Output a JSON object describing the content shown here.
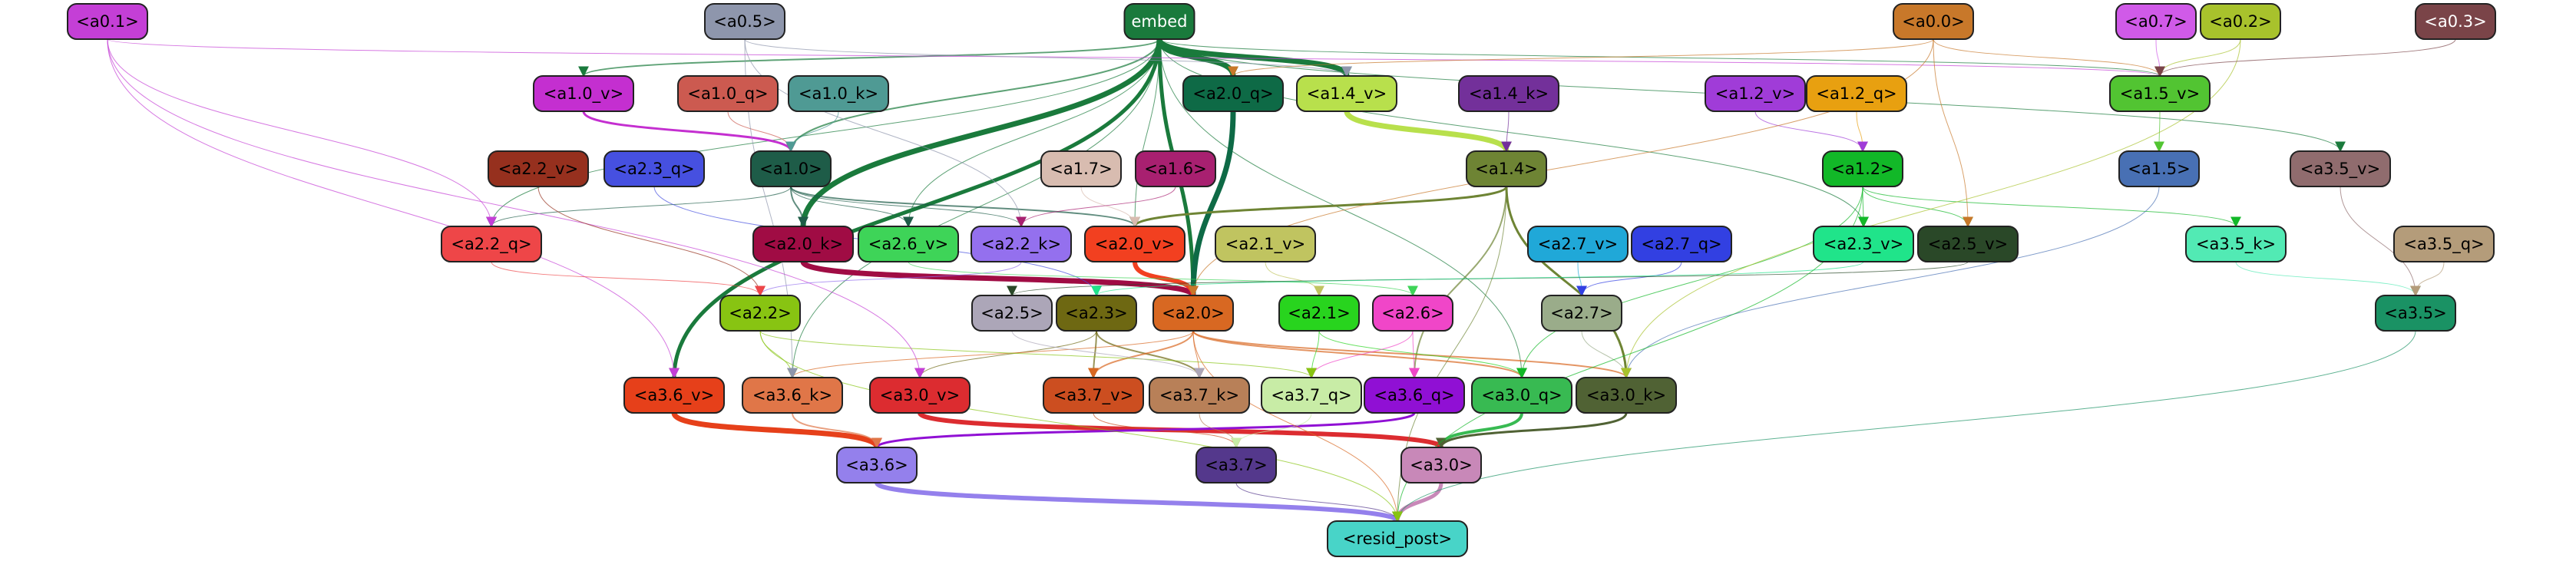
{
  "graph": {
    "nodes": [
      {
        "id": "embed",
        "label": "embed",
        "color": "#1a7a3c",
        "text": "#ffffff"
      },
      {
        "id": "a0_1",
        "label": "<a0.1>",
        "color": "#c43fd6",
        "text": "#000000"
      },
      {
        "id": "a0_5",
        "label": "<a0.5>",
        "color": "#8e96ac",
        "text": "#000000"
      },
      {
        "id": "a0_0",
        "label": "<a0.0>",
        "color": "#c8782a",
        "text": "#000000"
      },
      {
        "id": "a0_7",
        "label": "<a0.7>",
        "color": "#d05ae8",
        "text": "#000000"
      },
      {
        "id": "a0_2",
        "label": "<a0.2>",
        "color": "#a8c22c",
        "text": "#000000"
      },
      {
        "id": "a0_3",
        "label": "<a0.3>",
        "color": "#7a4448",
        "text": "#ffffff"
      },
      {
        "id": "a1_0_v",
        "label": "<a1.0_v>",
        "color": "#c42fd0",
        "text": "#000000"
      },
      {
        "id": "a1_0_q",
        "label": "<a1.0_q>",
        "color": "#cc5a50",
        "text": "#000000"
      },
      {
        "id": "a1_0_k",
        "label": "<a1.0_k>",
        "color": "#4f9a94",
        "text": "#000000"
      },
      {
        "id": "a2_0_q",
        "label": "<a2.0_q>",
        "color": "#0e6a46",
        "text": "#000000"
      },
      {
        "id": "a1_4_v",
        "label": "<a1.4_v>",
        "color": "#b8e04c",
        "text": "#000000"
      },
      {
        "id": "a1_4_k",
        "label": "<a1.4_k>",
        "color": "#73309a",
        "text": "#000000"
      },
      {
        "id": "a1_2_v",
        "label": "<a1.2_v>",
        "color": "#a03cd8",
        "text": "#000000"
      },
      {
        "id": "a1_2_q",
        "label": "<a1.2_q>",
        "color": "#e8a010",
        "text": "#000000"
      },
      {
        "id": "a1_5_v",
        "label": "<a1.5_v>",
        "color": "#52c432",
        "text": "#000000"
      },
      {
        "id": "a2_2_v",
        "label": "<a2.2_v>",
        "color": "#96301e",
        "text": "#000000"
      },
      {
        "id": "a2_3_q",
        "label": "<a2.3_q>",
        "color": "#4650e0",
        "text": "#000000"
      },
      {
        "id": "a1_0",
        "label": "<a1.0>",
        "color": "#1e5c48",
        "text": "#000000"
      },
      {
        "id": "a1_7",
        "label": "<a1.7>",
        "color": "#d8bcb0",
        "text": "#000000"
      },
      {
        "id": "a1_6",
        "label": "<a1.6>",
        "color": "#a82070",
        "text": "#000000"
      },
      {
        "id": "a1_4",
        "label": "<a1.4>",
        "color": "#6e8434",
        "text": "#000000"
      },
      {
        "id": "a1_2",
        "label": "<a1.2>",
        "color": "#12b828",
        "text": "#000000"
      },
      {
        "id": "a1_5",
        "label": "<a1.5>",
        "color": "#4870b4",
        "text": "#000000"
      },
      {
        "id": "a3_5_v",
        "label": "<a3.5_v>",
        "color": "#906c6e",
        "text": "#000000"
      },
      {
        "id": "a2_2_q",
        "label": "<a2.2_q>",
        "color": "#ee4648",
        "text": "#000000"
      },
      {
        "id": "a2_0_k",
        "label": "<a2.0_k>",
        "color": "#a00c44",
        "text": "#000000"
      },
      {
        "id": "a2_6_v",
        "label": "<a2.6_v>",
        "color": "#3ed458",
        "text": "#000000"
      },
      {
        "id": "a2_2_k",
        "label": "<a2.2_k>",
        "color": "#9470ee",
        "text": "#000000"
      },
      {
        "id": "a2_0_v",
        "label": "<a2.0_v>",
        "color": "#f24020",
        "text": "#000000"
      },
      {
        "id": "a2_1_v",
        "label": "<a2.1_v>",
        "color": "#c0c460",
        "text": "#000000"
      },
      {
        "id": "a2_7_v",
        "label": "<a2.7_v>",
        "color": "#20a8d8",
        "text": "#000000"
      },
      {
        "id": "a2_7_q",
        "label": "<a2.7_q>",
        "color": "#3240e2",
        "text": "#000000"
      },
      {
        "id": "a2_3_v",
        "label": "<a2.3_v>",
        "color": "#20e48a",
        "text": "#000000"
      },
      {
        "id": "a2_5_v",
        "label": "<a2.5_v>",
        "color": "#2a4828",
        "text": "#000000"
      },
      {
        "id": "a3_5_k",
        "label": "<a3.5_k>",
        "color": "#52eab4",
        "text": "#000000"
      },
      {
        "id": "a3_5_q",
        "label": "<a3.5_q>",
        "color": "#b49c7a",
        "text": "#000000"
      },
      {
        "id": "a2_2",
        "label": "<a2.2>",
        "color": "#88c412",
        "text": "#000000"
      },
      {
        "id": "a2_5",
        "label": "<a2.5>",
        "color": "#aca6b8",
        "text": "#000000"
      },
      {
        "id": "a2_3",
        "label": "<a2.3>",
        "color": "#6e6812",
        "text": "#000000"
      },
      {
        "id": "a2_0",
        "label": "<a2.0>",
        "color": "#d86822",
        "text": "#000000"
      },
      {
        "id": "a2_1",
        "label": "<a2.1>",
        "color": "#28d41e",
        "text": "#000000"
      },
      {
        "id": "a2_6",
        "label": "<a2.6>",
        "color": "#f046c8",
        "text": "#000000"
      },
      {
        "id": "a2_7",
        "label": "<a2.7>",
        "color": "#9aac8a",
        "text": "#000000"
      },
      {
        "id": "a3_5",
        "label": "<a3.5>",
        "color": "#1a9264",
        "text": "#000000"
      },
      {
        "id": "a3_6_v",
        "label": "<a3.6_v>",
        "color": "#e6401a",
        "text": "#000000"
      },
      {
        "id": "a3_6_k",
        "label": "<a3.6_k>",
        "color": "#e07648",
        "text": "#000000"
      },
      {
        "id": "a3_0_v",
        "label": "<a3.0_v>",
        "color": "#dc2c30",
        "text": "#000000"
      },
      {
        "id": "a3_7_v",
        "label": "<a3.7_v>",
        "color": "#cc4e20",
        "text": "#000000"
      },
      {
        "id": "a3_7_k",
        "label": "<a3.7_k>",
        "color": "#b88058",
        "text": "#000000"
      },
      {
        "id": "a3_7_q",
        "label": "<a3.7_q>",
        "color": "#c8eca6",
        "text": "#000000"
      },
      {
        "id": "a3_6_q",
        "label": "<a3.6_q>",
        "color": "#9010d4",
        "text": "#000000"
      },
      {
        "id": "a3_0_q",
        "label": "<a3.0_q>",
        "color": "#38ba52",
        "text": "#000000"
      },
      {
        "id": "a3_0_k",
        "label": "<a3.0_k>",
        "color": "#506234",
        "text": "#000000"
      },
      {
        "id": "a3_6",
        "label": "<a3.6>",
        "color": "#9480ec",
        "text": "#000000"
      },
      {
        "id": "a3_7",
        "label": "<a3.7>",
        "color": "#54388c",
        "text": "#000000"
      },
      {
        "id": "a3_0",
        "label": "<a3.0>",
        "color": "#c888b8",
        "text": "#000000"
      },
      {
        "id": "resid_post",
        "label": "<resid_post>",
        "color": "#48d4c8",
        "text": "#000000"
      }
    ],
    "edges": [
      {
        "s": "embed",
        "t": "a2_0_q",
        "color": "#1a7a3c",
        "w": 7
      },
      {
        "s": "embed",
        "t": "a1_4_v",
        "color": "#1a7a3c",
        "w": 7
      },
      {
        "s": "embed",
        "t": "a2_0_k",
        "color": "#1a7a3c",
        "w": 7
      },
      {
        "s": "embed",
        "t": "a3_6_v",
        "color": "#1a7a3c",
        "w": 5
      },
      {
        "s": "embed",
        "t": "a2_0",
        "color": "#1a7a3c",
        "w": 5
      },
      {
        "s": "embed",
        "t": "a1_0_v",
        "color": "#1a7a3c",
        "w": 2
      },
      {
        "s": "embed",
        "t": "a1_0",
        "color": "#1a7a3c",
        "w": 2
      },
      {
        "s": "embed",
        "t": "a2_2_q",
        "color": "#1a7a3c",
        "w": 1
      },
      {
        "s": "embed",
        "t": "a2_6_v",
        "color": "#1a7a3c",
        "w": 1
      },
      {
        "s": "embed",
        "t": "a1_5_v",
        "color": "#1a7a3c",
        "w": 1
      },
      {
        "s": "embed",
        "t": "a3_5_v",
        "color": "#1a7a3c",
        "w": 1
      },
      {
        "s": "embed",
        "t": "a2_3_v",
        "color": "#1a7a3c",
        "w": 1
      },
      {
        "s": "embed",
        "t": "a3_0_q",
        "color": "#1a7a3c",
        "w": 1
      },
      {
        "s": "embed",
        "t": "a3_6_k",
        "color": "#1a7a3c",
        "w": 1
      },
      {
        "s": "embed",
        "t": "a2_0_v",
        "color": "#1a7a3c",
        "w": 1
      },
      {
        "s": "a2_0_q",
        "t": "a2_0",
        "color": "#0e6a46",
        "w": 7
      },
      {
        "s": "a1_4_v",
        "t": "a1_4",
        "color": "#b8e04c",
        "w": 7
      },
      {
        "s": "a2_0_k",
        "t": "a2_0",
        "color": "#a00c44",
        "w": 7
      },
      {
        "s": "a2_0_v",
        "t": "a2_0",
        "color": "#f24020",
        "w": 6
      },
      {
        "s": "a3_6_v",
        "t": "a3_6",
        "color": "#e6401a",
        "w": 7
      },
      {
        "s": "a3_6",
        "t": "resid_post",
        "color": "#9480ec",
        "w": 6
      },
      {
        "s": "a3_0_v",
        "t": "a3_0",
        "color": "#dc2c30",
        "w": 6
      },
      {
        "s": "a3_6_q",
        "t": "a3_6",
        "color": "#9010d4",
        "w": 3
      },
      {
        "s": "a3_0",
        "t": "resid_post",
        "color": "#c888b8",
        "w": 5
      },
      {
        "s": "a3_0_q",
        "t": "a3_0",
        "color": "#38ba52",
        "w": 4
      },
      {
        "s": "a3_0_k",
        "t": "a3_0",
        "color": "#506234",
        "w": 3
      },
      {
        "s": "a1_4",
        "t": "a3_0_k",
        "color": "#6e8434",
        "w": 3
      },
      {
        "s": "a1_4",
        "t": "a2_0_v",
        "color": "#6e8434",
        "w": 3
      },
      {
        "s": "a1_4",
        "t": "a3_6_q",
        "color": "#6e8434",
        "w": 2
      },
      {
        "s": "a1_0_v",
        "t": "a1_0",
        "color": "#c42fd0",
        "w": 3
      },
      {
        "s": "a1_0",
        "t": "a2_0_k",
        "color": "#1e5c48",
        "w": 2
      },
      {
        "s": "a1_0",
        "t": "a2_0_v",
        "color": "#1e5c48",
        "w": 2
      },
      {
        "s": "a1_0",
        "t": "a2_2_q",
        "color": "#1e5c48",
        "w": 1
      },
      {
        "s": "a1_0",
        "t": "a2_6_v",
        "color": "#1e5c48",
        "w": 1
      },
      {
        "s": "a1_0",
        "t": "a2_2_k",
        "color": "#1e5c48",
        "w": 1
      },
      {
        "s": "a1_0_q",
        "t": "a1_0",
        "color": "#cc5a50",
        "w": 1
      },
      {
        "s": "a1_0_k",
        "t": "a1_0",
        "color": "#4f9a94",
        "w": 1
      },
      {
        "s": "a2_3",
        "t": "a3_7_v",
        "color": "#6e6812",
        "w": 2
      },
      {
        "s": "a2_3",
        "t": "a3_7_k",
        "color": "#6e6812",
        "w": 2
      },
      {
        "s": "a2_3",
        "t": "a3_0_v",
        "color": "#6e6812",
        "w": 1
      },
      {
        "s": "a2_0",
        "t": "a3_0_q",
        "color": "#d86822",
        "w": 2
      },
      {
        "s": "a2_0",
        "t": "a3_7_v",
        "color": "#d86822",
        "w": 2
      },
      {
        "s": "a2_0",
        "t": "a3_0_k",
        "color": "#d86822",
        "w": 2
      },
      {
        "s": "a2_0",
        "t": "a3_7_k",
        "color": "#d86822",
        "w": 1
      },
      {
        "s": "a2_0",
        "t": "a3_6_k",
        "color": "#d86822",
        "w": 1
      },
      {
        "s": "a2_1",
        "t": "a3_7_q",
        "color": "#28d41e",
        "w": 1
      },
      {
        "s": "a2_1",
        "t": "a3_0_q",
        "color": "#28d41e",
        "w": 1
      },
      {
        "s": "a2_6",
        "t": "a3_6_q",
        "color": "#f046c8",
        "w": 1
      },
      {
        "s": "a2_6",
        "t": "a3_7_q",
        "color": "#f046c8",
        "w": 1
      },
      {
        "s": "a2_7",
        "t": "a3_0_k",
        "color": "#9aac8a",
        "w": 1
      },
      {
        "s": "a2_2",
        "t": "a3_6_k",
        "color": "#88c412",
        "w": 1
      },
      {
        "s": "a2_2",
        "t": "a3_7_q",
        "color": "#88c412",
        "w": 1
      },
      {
        "s": "a2_5",
        "t": "a3_7_k",
        "color": "#aca6b8",
        "w": 1
      },
      {
        "s": "a1_2",
        "t": "a2_3_v",
        "color": "#12b828",
        "w": 1
      },
      {
        "s": "a1_2",
        "t": "a2_5_v",
        "color": "#12b828",
        "w": 1
      },
      {
        "s": "a1_2",
        "t": "a3_5_k",
        "color": "#12b828",
        "w": 1
      },
      {
        "s": "a1_2",
        "t": "a3_0_q",
        "color": "#12b828",
        "w": 1
      },
      {
        "s": "a1_2_q",
        "t": "a1_2",
        "color": "#e8a010",
        "w": 1
      },
      {
        "s": "a1_2_v",
        "t": "a1_2",
        "color": "#a03cd8",
        "w": 1
      },
      {
        "s": "a1_5",
        "t": "a3_0_k",
        "color": "#4870b4",
        "w": 1
      },
      {
        "s": "a1_5_v",
        "t": "a1_5",
        "color": "#52c432",
        "w": 1
      },
      {
        "s": "a1_4_k",
        "t": "a1_4",
        "color": "#73309a",
        "w": 1
      },
      {
        "s": "a3_5",
        "t": "resid_post",
        "color": "#1a9264",
        "w": 1
      },
      {
        "s": "a3_5_v",
        "t": "a3_5",
        "color": "#906c6e",
        "w": 1
      },
      {
        "s": "a3_5_k",
        "t": "a3_5",
        "color": "#52eab4",
        "w": 1
      },
      {
        "s": "a3_5_q",
        "t": "a3_5",
        "color": "#b49c7a",
        "w": 1
      },
      {
        "s": "a3_7",
        "t": "resid_post",
        "color": "#54388c",
        "w": 1
      },
      {
        "s": "a3_7_k",
        "t": "a3_7",
        "color": "#b88058",
        "w": 1
      },
      {
        "s": "a0_1",
        "t": "a3_6_v",
        "color": "#c43fd6",
        "w": 1
      },
      {
        "s": "a0_1",
        "t": "a2_2_q",
        "color": "#c43fd6",
        "w": 1
      },
      {
        "s": "a0_1",
        "t": "a1_5_v",
        "color": "#c43fd6",
        "w": 1
      },
      {
        "s": "a0_1",
        "t": "a3_0_v",
        "color": "#c43fd6",
        "w": 1
      },
      {
        "s": "a0_5",
        "t": "a2_2_k",
        "color": "#8e96ac",
        "w": 1
      },
      {
        "s": "a0_5",
        "t": "a3_6_k",
        "color": "#8e96ac",
        "w": 1
      },
      {
        "s": "a0_5",
        "t": "a1_4_v",
        "color": "#8e96ac",
        "w": 1
      },
      {
        "s": "a0_0",
        "t": "a2_0_q",
        "color": "#c8782a",
        "w": 1
      },
      {
        "s": "a0_0",
        "t": "a1_5_v",
        "color": "#c8782a",
        "w": 1
      },
      {
        "s": "a0_0",
        "t": "a2_5_v",
        "color": "#c8782a",
        "w": 1
      },
      {
        "s": "a0_0",
        "t": "a2_0",
        "color": "#c8782a",
        "w": 1
      },
      {
        "s": "a0_7",
        "t": "a1_5_v",
        "color": "#d05ae8",
        "w": 1
      },
      {
        "s": "a0_2",
        "t": "a1_5_v",
        "color": "#a8c22c",
        "w": 1
      },
      {
        "s": "a0_2",
        "t": "a3_0_k",
        "color": "#a8c22c",
        "w": 1
      },
      {
        "s": "a0_3",
        "t": "a1_5_v",
        "color": "#7a4448",
        "w": 1
      },
      {
        "s": "a2_2_v",
        "t": "a2_2",
        "color": "#96301e",
        "w": 1
      },
      {
        "s": "a2_3_q",
        "t": "a2_3",
        "color": "#4650e0",
        "w": 1
      },
      {
        "s": "a2_7_v",
        "t": "a2_7",
        "color": "#20a8d8",
        "w": 1
      },
      {
        "s": "a2_7_q",
        "t": "a2_7",
        "color": "#3240e2",
        "w": 1
      },
      {
        "s": "a2_1_v",
        "t": "a2_1",
        "color": "#c0c460",
        "w": 1
      },
      {
        "s": "a2_2_k",
        "t": "a2_2",
        "color": "#9470ee",
        "w": 1
      },
      {
        "s": "a2_6_v",
        "t": "a2_6",
        "color": "#3ed458",
        "w": 1
      },
      {
        "s": "a1_7",
        "t": "a2_0_v",
        "color": "#d8bcb0",
        "w": 1
      },
      {
        "s": "a1_6",
        "t": "a2_2_k",
        "color": "#a82070",
        "w": 1
      },
      {
        "s": "a2_5_v",
        "t": "a2_5",
        "color": "#2a4828",
        "w": 1
      },
      {
        "s": "a2_3_v",
        "t": "a2_3",
        "color": "#20e48a",
        "w": 1
      },
      {
        "s": "a2_2_q",
        "t": "a2_2",
        "color": "#ee4648",
        "w": 1
      },
      {
        "s": "a3_6_k",
        "t": "a3_6",
        "color": "#e07648",
        "w": 2
      },
      {
        "s": "a3_7_v",
        "t": "a3_7",
        "color": "#cc4e20",
        "w": 1
      },
      {
        "s": "a3_7_q",
        "t": "a3_7",
        "color": "#c8eca6",
        "w": 1
      },
      {
        "s": "a1_4",
        "t": "resid_post",
        "color": "#6e8434",
        "w": 1
      },
      {
        "s": "a2_0",
        "t": "resid_post",
        "color": "#d86822",
        "w": 1
      },
      {
        "s": "a1_2",
        "t": "resid_post",
        "color": "#12b828",
        "w": 1
      },
      {
        "s": "a2_2",
        "t": "resid_post",
        "color": "#88c412",
        "w": 1
      }
    ]
  }
}
